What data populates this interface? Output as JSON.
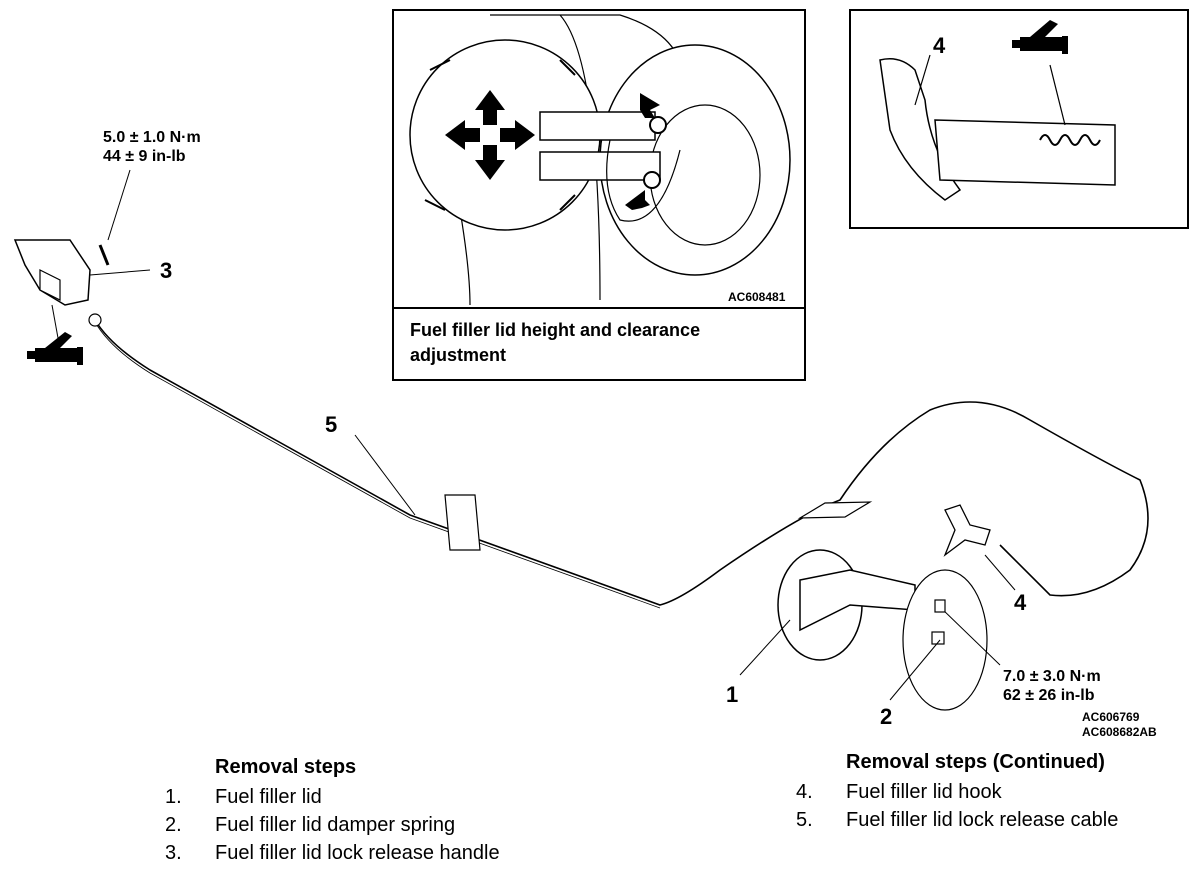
{
  "inset_left": {
    "code": "AC608481",
    "caption": "Fuel filler lid height and clearance adjustment"
  },
  "torque_top": {
    "line1": "5.0 ± 1.0 N·m",
    "line2": "44 ± 9 in-lb"
  },
  "torque_bottom": {
    "line1": "7.0 ± 3.0 N·m",
    "line2": "62 ± 26 in-lb"
  },
  "callouts": {
    "c1": "1",
    "c2": "2",
    "c3": "3",
    "c4_inset": "4",
    "c4_main": "4",
    "c5": "5"
  },
  "figure_codes": {
    "line1": "AC606769",
    "line2": "AC608682AB"
  },
  "removal_steps": {
    "heading": "Removal steps",
    "items": [
      {
        "n": "1.",
        "label": "Fuel filler lid"
      },
      {
        "n": "2.",
        "label": "Fuel filler lid damper spring"
      },
      {
        "n": "3.",
        "label": "Fuel filler lid lock release handle"
      }
    ]
  },
  "removal_steps_continued": {
    "heading": "Removal steps (Continued)",
    "items": [
      {
        "n": "4.",
        "label": "Fuel filler lid hook"
      },
      {
        "n": "5.",
        "label": "Fuel filler lid lock release cable"
      }
    ]
  }
}
